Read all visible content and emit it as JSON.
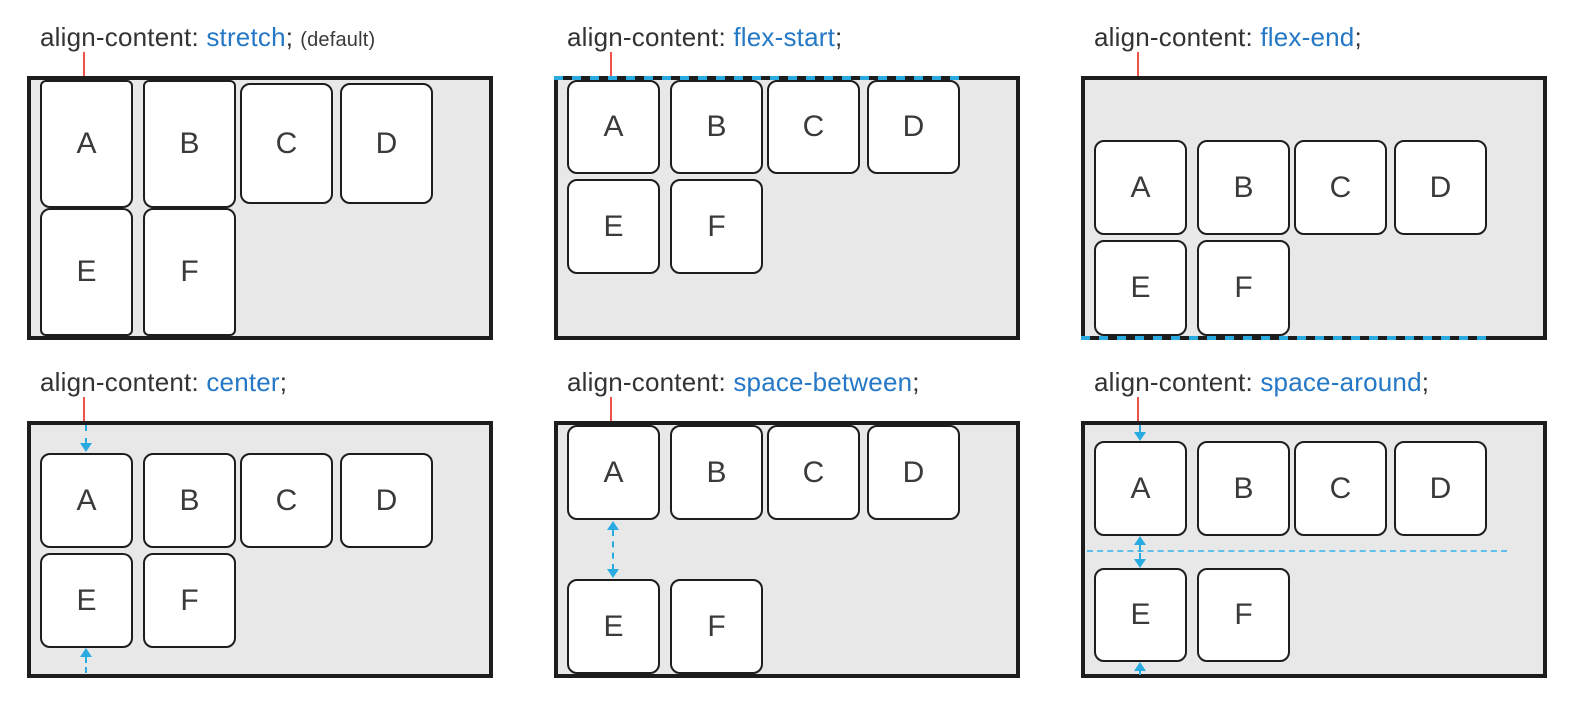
{
  "diagram_title": "CSS flexbox align-content values illustration",
  "colors": {
    "value_blue": "#2478c6",
    "annotation_cyan": "#29abe2",
    "annotation_cyan_light": "#5fc0ea",
    "pointer_red": "#ee5448",
    "container_gray": "#e8e8e8",
    "border_dark": "#1d1d1d"
  },
  "box_labels": [
    "A",
    "B",
    "C",
    "D",
    "E",
    "F"
  ],
  "panels": [
    {
      "id": "stretch",
      "property": "align-content: ",
      "value": "stretch",
      "semicolon": ";",
      "note": "(default)",
      "markers": [
        "label-pointer-line"
      ]
    },
    {
      "id": "flex-start",
      "property": "align-content: ",
      "value": "flex-start",
      "semicolon": ";",
      "markers": [
        "label-pointer-line",
        "top-edge-dashed-line"
      ]
    },
    {
      "id": "flex-end",
      "property": "align-content: ",
      "value": "flex-end",
      "semicolon": ";",
      "markers": [
        "label-pointer-line",
        "bottom-edge-dashed-line"
      ]
    },
    {
      "id": "center",
      "property": "align-content: ",
      "value": "center",
      "semicolon": ";",
      "markers": [
        "label-pointer-line",
        "top-gap-arrow-down",
        "bottom-gap-arrow-up"
      ]
    },
    {
      "id": "space-between",
      "property": "align-content: ",
      "value": "space-between",
      "semicolon": ";",
      "markers": [
        "label-pointer-line",
        "between-rows-double-arrow"
      ]
    },
    {
      "id": "space-around",
      "property": "align-content: ",
      "value": "space-around",
      "semicolon": ";",
      "markers": [
        "label-pointer-line",
        "top-gap-arrow-down",
        "mid-gap-arrow-up",
        "mid-gap-arrow-down",
        "bottom-gap-arrow-up",
        "mid-dashed-line"
      ]
    }
  ]
}
